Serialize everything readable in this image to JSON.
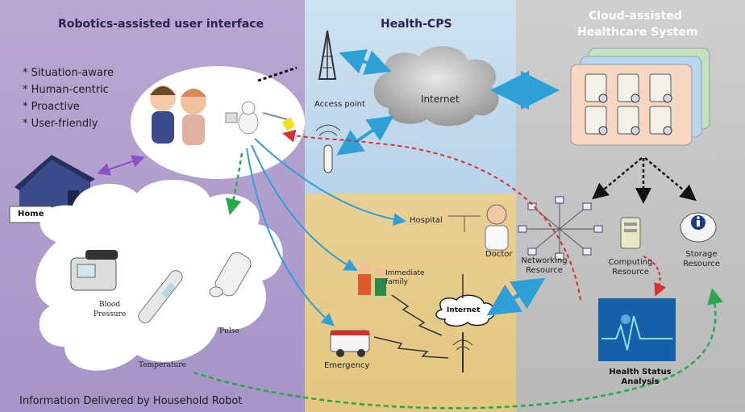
{
  "panels": {
    "robotics": {
      "title": "Robotics-assisted user interface",
      "features": [
        "* Situation-aware",
        "* Human-centric",
        "* Proactive",
        "* User-friendly"
      ],
      "home_label": "Home",
      "info_label": "Information Delivered by Household Robot",
      "sensors": {
        "blood_pressure": "Blood Pressure",
        "pulse": "Pulse",
        "temperature": "Temperature"
      }
    },
    "health_cps": {
      "title": "Health-CPS",
      "access_point": "Access point",
      "internet_cloud": "Internet",
      "hospital": "Hospital",
      "doctor": "Doctor",
      "family": "Immediate family",
      "internet_small": "Internet",
      "emergency": "Emergency"
    },
    "cloud": {
      "title_line1": "Cloud-assisted",
      "title_line2": "Healthcare System",
      "networking": "Networking Resource",
      "computing": "Computing Resource",
      "storage": "Storage Resource",
      "analysis": "Health Status Analysis"
    }
  },
  "colors": {
    "robotics_bg": "#a794c8",
    "health_top_bg": "#c4dbee",
    "health_bottom_bg": "#e4c680",
    "cloud_bg": "#c2c2c2",
    "arrow_blue": "#2f9fd8",
    "arrow_green": "#27a84a",
    "arrow_red": "#d83030",
    "arrow_purple": "#8b4fc8"
  }
}
